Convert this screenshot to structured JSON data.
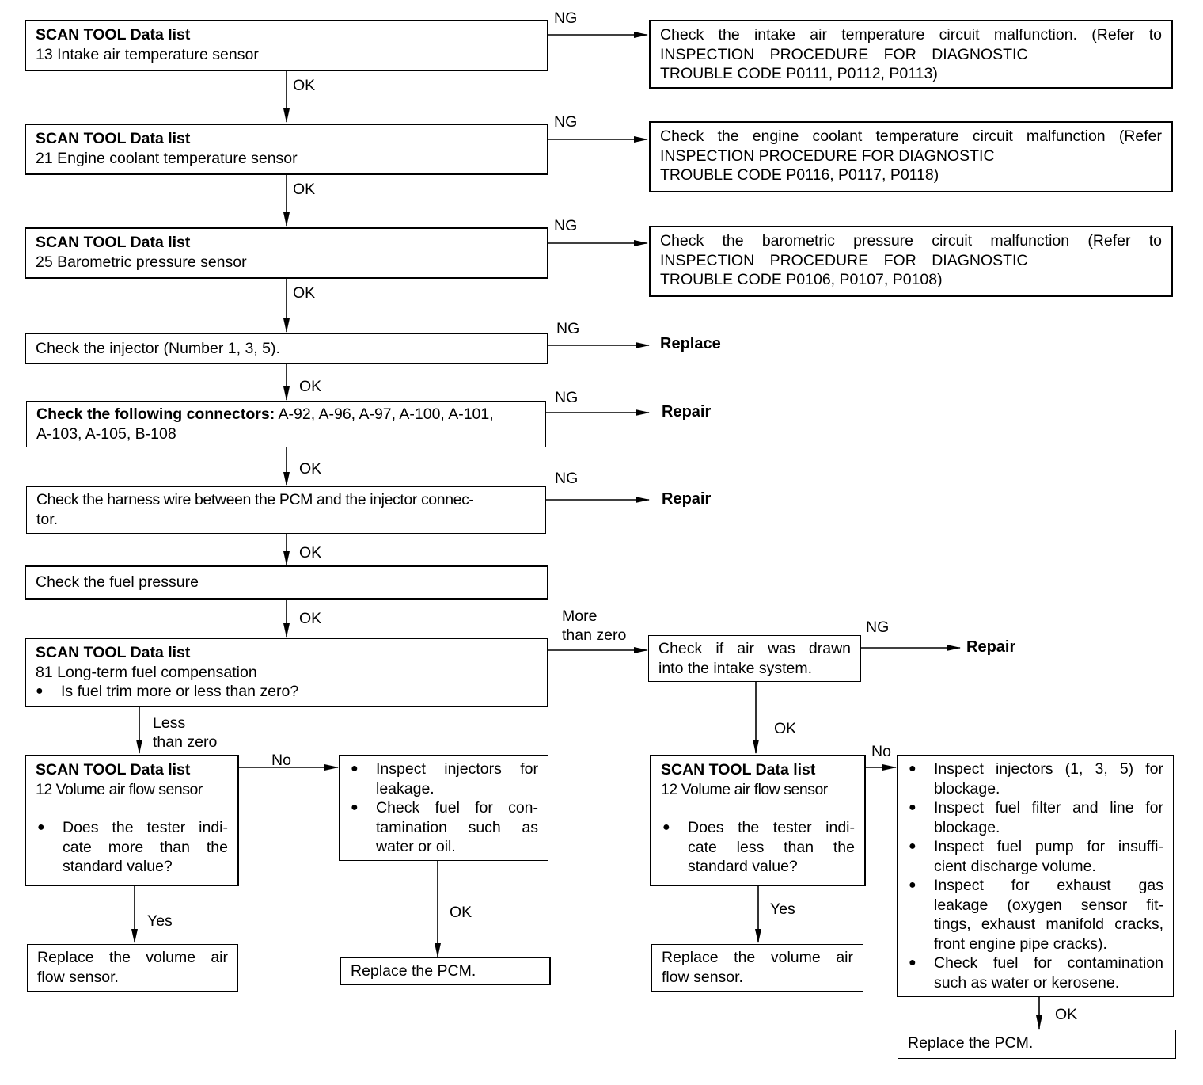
{
  "labels": {
    "ng": "NG",
    "ok": "OK",
    "no": "No",
    "yes": "Yes",
    "more_than_zero": [
      "More",
      "than zero"
    ],
    "less_than_zero": [
      "Less",
      "than zero"
    ]
  },
  "results": {
    "replace": "Replace",
    "repair": "Repair"
  },
  "steps": {
    "s1": {
      "title": "SCAN TOOL Data list",
      "text": "13 Intake air temperature sensor"
    },
    "s1_ng": [
      "Check the intake air temperature circuit malfunction. (Refer to",
      "INSPECTION PROCEDURE FOR DIAGNOSTIC",
      "TROUBLE CODE P0111, P0112, P0113)"
    ],
    "s2": {
      "title": "SCAN TOOL Data list",
      "text": "21 Engine coolant temperature sensor"
    },
    "s2_ng": [
      "Check the engine coolant temperature circuit malfunction (Refer",
      "INSPECTION PROCEDURE FOR DIAGNOSTIC",
      "TROUBLE CODE P0116, P0117, P0118)"
    ],
    "s3": {
      "title": "SCAN TOOL Data list",
      "text": "25 Barometric pressure sensor"
    },
    "s3_ng": [
      "Check the barometric pressure circuit malfunction (Refer to",
      "INSPECTION PROCEDURE FOR DIAGNOSTIC",
      "TROUBLE CODE P0106, P0107, P0108)"
    ],
    "s4": {
      "text": "Check the injector (Number 1, 3, 5)."
    },
    "s5": {
      "title": "Check the following connectors:",
      "text1": " A-92, A-96, A-97, A-100, A-101,",
      "text2": "A-103, A-105, B-108"
    },
    "s6": {
      "lines": [
        "Check the harness wire between the PCM and the injector connec-",
        "tor."
      ]
    },
    "s7": {
      "text": "Check the fuel pressure"
    },
    "s8": {
      "title": "SCAN TOOL Data list",
      "text": "81 Long-term fuel compensation",
      "bullet": "Is fuel trim more or less than zero?"
    },
    "s9": {
      "lines": [
        "Check if air was drawn",
        "into the intake system."
      ]
    },
    "s10": {
      "title": "SCAN TOOL Data list",
      "text": "12 Volume air flow sensor",
      "bullet": [
        "Does the tester indi-",
        "cate more than the",
        "standard value?"
      ]
    },
    "s11": {
      "bullets": [
        [
          "Inspect injectors for",
          "leakage."
        ],
        [
          "Check fuel for con-",
          "tamination such as",
          "water or oil."
        ]
      ]
    },
    "s12": {
      "lines": [
        "Replace the volume air",
        "flow sensor."
      ]
    },
    "s13": {
      "text": "Replace the PCM."
    },
    "s14": {
      "title": "SCAN TOOL Data list",
      "text": "12 Volume air flow sensor",
      "bullet": [
        "Does the tester indi-",
        "cate less than the",
        "standard value?"
      ]
    },
    "s15": {
      "lines": [
        "Replace the volume air",
        "flow sensor."
      ]
    },
    "s16": {
      "bullets": [
        [
          "Inspect injectors (1, 3, 5) for",
          "blockage."
        ],
        [
          "Inspect fuel filter and line for",
          "blockage."
        ],
        [
          "Inspect fuel pump for insuffi-",
          "cient discharge volume."
        ],
        [
          "Inspect for exhaust gas",
          "leakage (oxygen sensor fit-",
          "tings, exhaust manifold cracks,",
          "front engine pipe cracks)."
        ],
        [
          "Check fuel for contamination",
          "such as water or kerosene."
        ]
      ]
    },
    "s17": {
      "text": "Replace the PCM."
    }
  }
}
